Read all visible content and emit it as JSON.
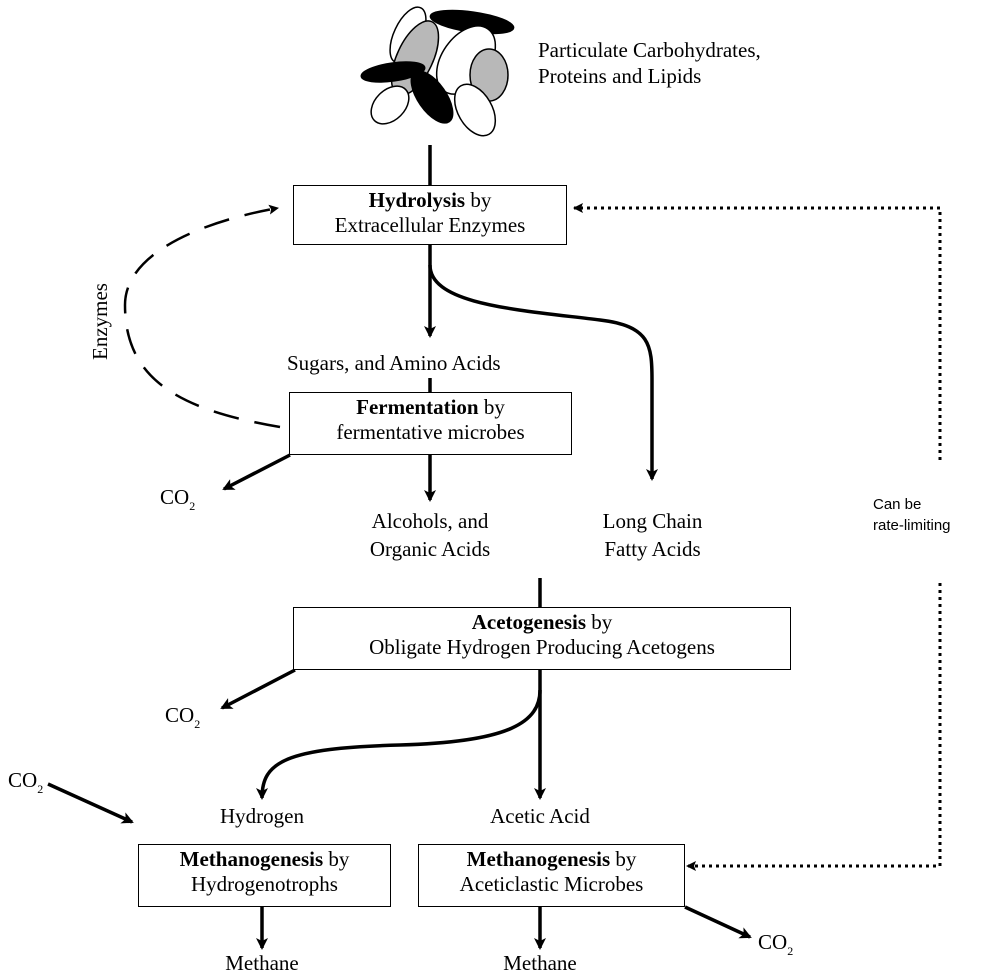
{
  "particles_label": [
    "Particulate Carbohydrates,",
    "Proteins and Lipids"
  ],
  "hydrolysis": {
    "bold": "Hydrolysis",
    "rest": " by",
    "line2": "Extracellular Enzymes"
  },
  "enzymes_label": "Enzymes",
  "sugars_label": "Sugars, and Amino Acids",
  "fermentation": {
    "bold": "Fermentation",
    "rest": " by",
    "line2": "fermentative microbes"
  },
  "alcohols_label": [
    "Alcohols, and",
    "Organic Acids"
  ],
  "lcfa_label": [
    "Long Chain",
    "Fatty Acids"
  ],
  "acetogenesis": {
    "bold": "Acetogenesis",
    "rest": " by",
    "line2": "Obligate Hydrogen Producing Acetogens"
  },
  "hydrogen_label": "Hydrogen",
  "acetic_label": "Acetic Acid",
  "methanogenesis_h": {
    "bold": "Methanogenesis",
    "rest": " by",
    "line2": "Hydrogenotrophs"
  },
  "methanogenesis_a": {
    "bold": "Methanogenesis",
    "rest": " by",
    "line2": "Aceticlastic Microbes"
  },
  "methane_label": "Methane",
  "co2": {
    "base": "CO",
    "sub": "2"
  },
  "rate_limiting_label": [
    "Can be",
    "rate-limiting"
  ]
}
